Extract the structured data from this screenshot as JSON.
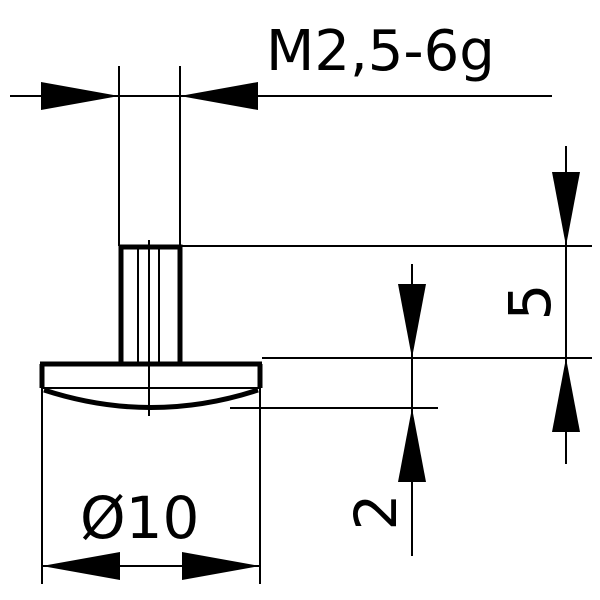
{
  "drawing": {
    "thread_label": "M2,5-6g",
    "diameter_label": "Ø10",
    "height_total_label": "5",
    "head_height_label": "2"
  },
  "colors": {
    "ink": "#000000",
    "paper": "#ffffff"
  }
}
